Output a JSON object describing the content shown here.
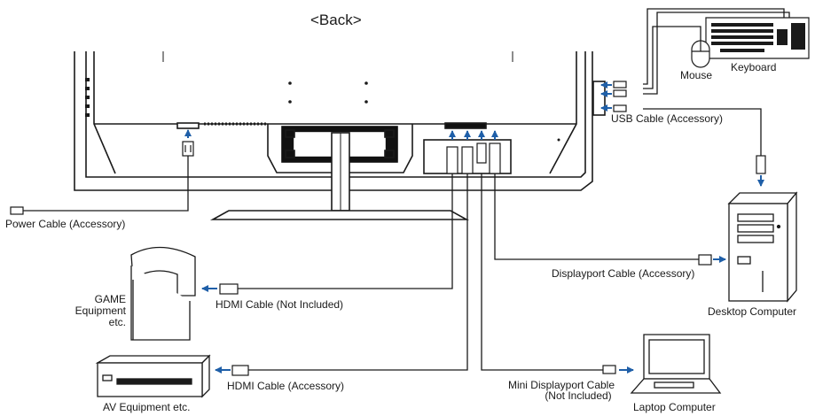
{
  "title": "<Back>",
  "labels": {
    "power_cable": "Power Cable (Accessory)",
    "usb_cable": "USB Cable (Accessory)",
    "mouse": "Mouse",
    "keyboard": "Keyboard",
    "displayport_cable": "Displayport Cable (Accessory)",
    "desktop_computer": "Desktop Computer",
    "game_equipment_line1": "GAME",
    "game_equipment_line2": "Equipment",
    "game_equipment_line3": "etc.",
    "hdmi_not_included": "HDMI Cable (Not Included)",
    "hdmi_accessory": "HDMI Cable (Accessory)",
    "av_equipment": "AV Equipment etc.",
    "mini_dp_line1": "Mini Displayport Cable",
    "mini_dp_line2": "(Not Included)",
    "laptop_computer": "Laptop Computer"
  },
  "colors": {
    "line": "#1a1a1a",
    "arrow": "#1f5fa8",
    "fill": "#ffffff"
  }
}
